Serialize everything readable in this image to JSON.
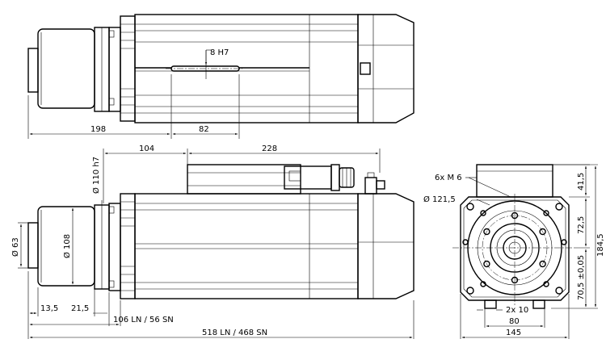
{
  "labels": {
    "key_b": "8 H7",
    "top_198": "198",
    "top_82": "82",
    "dim_104": "104",
    "dim_228": "228",
    "dia_110": "Ø 110 h7",
    "dia_63": "Ø 63",
    "dia_108": "Ø 108",
    "dim_13_5": "13,5",
    "dim_21_5": "21,5",
    "dim_106": "106 LN / 56 SN",
    "dim_518": "518 LN / 468 SN",
    "holes": "6x M 6",
    "dia_121_5": "Ø 121,5",
    "dim_2x10": "2x 10",
    "dim_80": "80",
    "dim_145": "145",
    "dim_41_5": "41,5",
    "dim_72_5": "72,5",
    "dim_184_5": "184,5",
    "dim_70_5": "70,5 ±0,05"
  }
}
